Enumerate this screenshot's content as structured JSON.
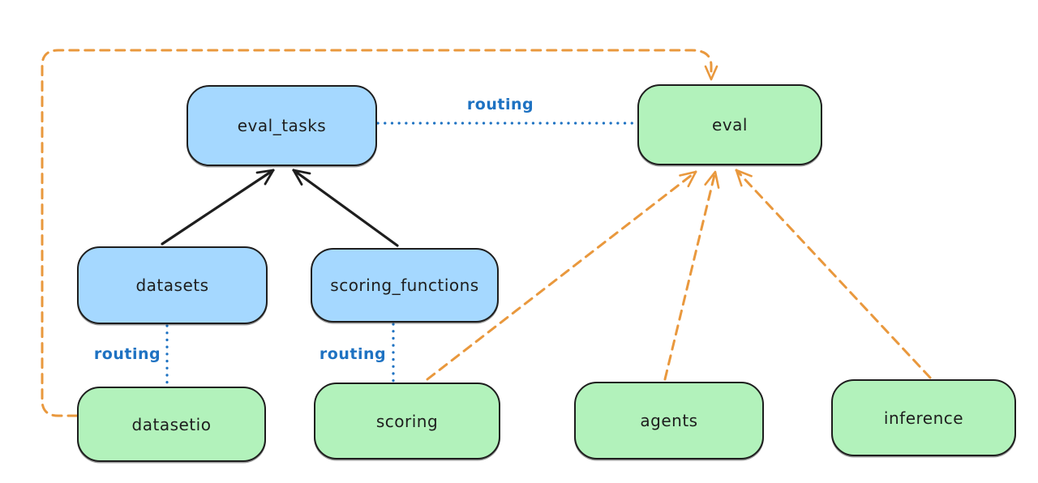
{
  "diagram": {
    "nodes": {
      "eval_tasks": {
        "label": "eval_tasks"
      },
      "eval": {
        "label": "eval"
      },
      "datasets": {
        "label": "datasets"
      },
      "scoring_functions": {
        "label": "scoring_functions"
      },
      "datasetio": {
        "label": "datasetio"
      },
      "scoring": {
        "label": "scoring"
      },
      "agents": {
        "label": "agents"
      },
      "inference": {
        "label": "inference"
      }
    },
    "edge_labels": {
      "eval_tasks_to_eval": "routing",
      "datasets_to_datasetio": "routing",
      "scoring_functions_to_scoring": "routing"
    },
    "edges": [
      {
        "from": "datasets",
        "to": "eval_tasks",
        "style": "solid-arrow",
        "color": "black"
      },
      {
        "from": "scoring_functions",
        "to": "eval_tasks",
        "style": "solid-arrow",
        "color": "black"
      },
      {
        "from": "eval_tasks",
        "to": "eval",
        "style": "dotted",
        "color": "blue",
        "label": "routing"
      },
      {
        "from": "datasets",
        "to": "datasetio",
        "style": "dotted",
        "color": "blue",
        "label": "routing"
      },
      {
        "from": "scoring_functions",
        "to": "scoring",
        "style": "dotted",
        "color": "blue",
        "label": "routing"
      },
      {
        "from": "datasetio",
        "to": "eval",
        "style": "dashed-arrow",
        "color": "orange"
      },
      {
        "from": "scoring",
        "to": "eval",
        "style": "dashed-arrow",
        "color": "orange"
      },
      {
        "from": "agents",
        "to": "eval",
        "style": "dashed-arrow",
        "color": "orange"
      },
      {
        "from": "inference",
        "to": "eval",
        "style": "dashed-arrow",
        "color": "orange"
      }
    ],
    "colors": {
      "blue_node_fill": "#a5d8ff",
      "green_node_fill": "#b2f2bb",
      "node_stroke": "#1e1e1e",
      "black_arrow": "#1e1e1e",
      "orange_arrow": "#e9983d",
      "routing_blue": "#1e72c2",
      "background": "#ffffff"
    }
  }
}
